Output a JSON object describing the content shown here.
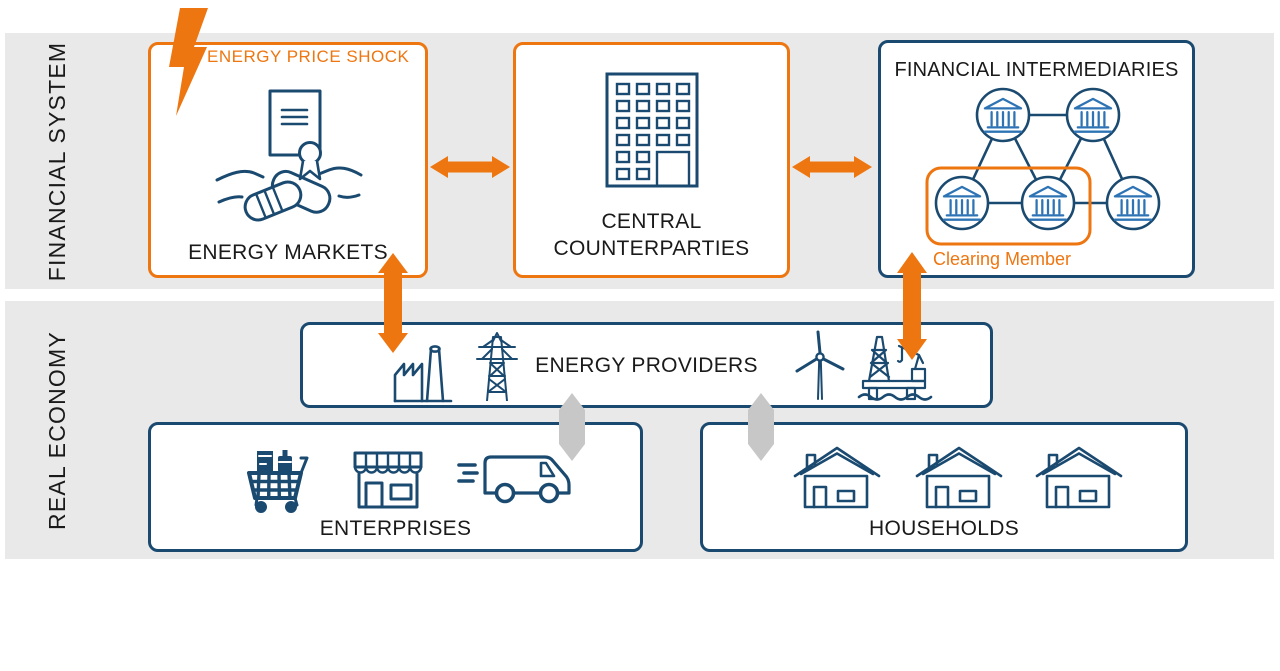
{
  "colors": {
    "orange": "#EE7611",
    "navy": "#1B4A70",
    "bank_blue": "#2E74B5",
    "band_bg": "#E9E9E9",
    "arrow_gray": "#C7C7C7",
    "label_black": "#1A1A1A"
  },
  "bands": {
    "financial_system": {
      "label": "FINANCIAL SYSTEM"
    },
    "real_economy": {
      "label": "REAL ECONOMY"
    }
  },
  "shock": {
    "label": "ENERGY PRICE SHOCK",
    "icon": "lightning-bolt-icon"
  },
  "boxes": {
    "energy_markets": {
      "label": "ENERGY MARKETS",
      "icon": "contract-handshake-icon",
      "border": "orange"
    },
    "central_counterparties": {
      "label_line1": "CENTRAL",
      "label_line2": "COUNTERPARTIES",
      "icon": "office-building-icon",
      "border": "orange"
    },
    "financial_intermediaries": {
      "label": "FINANCIAL INTERMEDIARIES",
      "clearing_member_label": "Clearing Member",
      "icon": "bank-network-icon",
      "bank_nodes": 5,
      "clearing_member_nodes": 2,
      "border": "navy"
    },
    "energy_providers": {
      "label": "ENERGY PROVIDERS",
      "icons": [
        "factory-icon",
        "transmission-tower-icon",
        "wind-turbine-icon",
        "oil-rig-icon"
      ],
      "border": "navy"
    },
    "enterprises": {
      "label": "ENTERPRISES",
      "icons": [
        "shopping-cart-icon",
        "store-icon",
        "delivery-truck-icon"
      ],
      "border": "navy"
    },
    "households": {
      "label": "HOUSEHOLDS",
      "icons": [
        "house-icon",
        "house-icon",
        "house-icon"
      ],
      "border": "navy"
    }
  },
  "arrows": [
    {
      "id": "energy-markets-to-central-counterparties",
      "orientation": "horizontal",
      "color": "orange",
      "heads": "both"
    },
    {
      "id": "central-counterparties-to-financial-intermediaries",
      "orientation": "horizontal",
      "color": "orange",
      "heads": "both"
    },
    {
      "id": "energy-markets-to-energy-providers",
      "orientation": "vertical",
      "color": "orange",
      "heads": "both"
    },
    {
      "id": "financial-intermediaries-to-energy-providers",
      "orientation": "vertical",
      "color": "orange",
      "heads": "both"
    },
    {
      "id": "energy-providers-to-enterprises",
      "orientation": "vertical",
      "color": "gray",
      "heads": "both"
    },
    {
      "id": "energy-providers-to-households",
      "orientation": "vertical",
      "color": "gray",
      "heads": "both"
    }
  ]
}
